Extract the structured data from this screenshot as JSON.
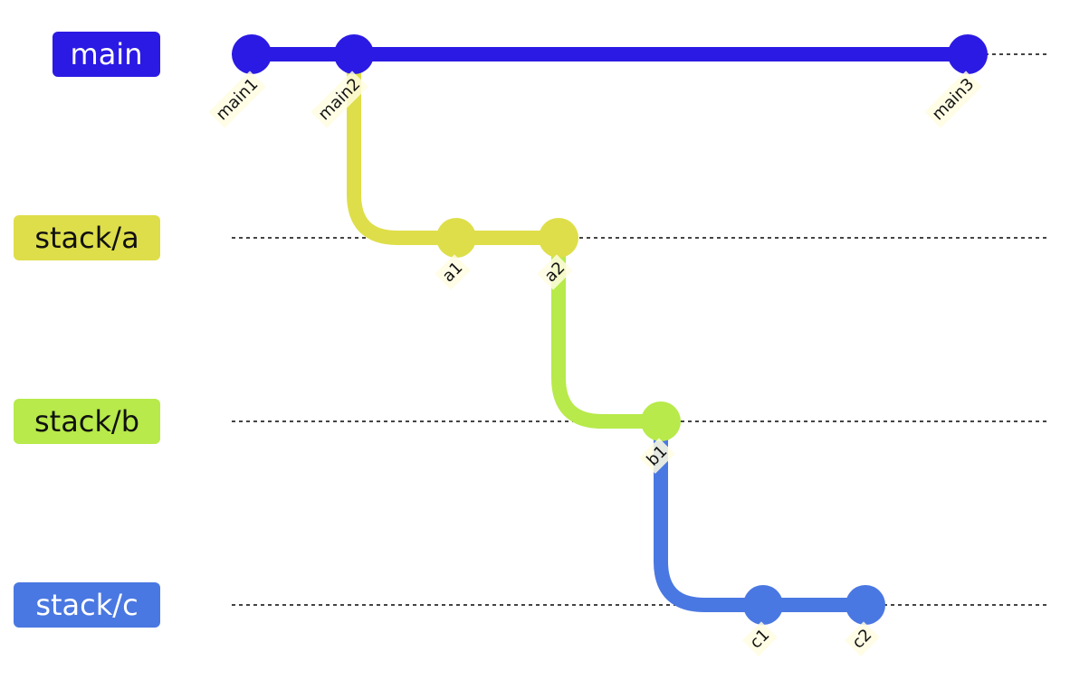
{
  "colors": {
    "main": "#2b1ae3",
    "stack_a": "#dede4a",
    "stack_b": "#b7ea4a",
    "stack_c": "#4a78e2"
  },
  "branches": [
    {
      "id": "main",
      "label": "main",
      "color": "#2b1ae3",
      "text_color": "#ffffff"
    },
    {
      "id": "stack_a",
      "label": "stack/a",
      "color": "#dede4a",
      "text_color": "#111111"
    },
    {
      "id": "stack_b",
      "label": "stack/b",
      "color": "#b7ea4a",
      "text_color": "#111111"
    },
    {
      "id": "stack_c",
      "label": "stack/c",
      "color": "#4a78e2",
      "text_color": "#ffffff"
    }
  ],
  "commits": [
    {
      "id": "main1",
      "branch": "main",
      "order": 0
    },
    {
      "id": "main2",
      "branch": "main",
      "order": 1
    },
    {
      "id": "a1",
      "branch": "stack_a",
      "order": 2
    },
    {
      "id": "a2",
      "branch": "stack_a",
      "order": 3
    },
    {
      "id": "b1",
      "branch": "stack_b",
      "order": 4
    },
    {
      "id": "c1",
      "branch": "stack_c",
      "order": 5
    },
    {
      "id": "c2",
      "branch": "stack_c",
      "order": 6
    },
    {
      "id": "main3",
      "branch": "main",
      "order": 7
    }
  ],
  "forks": [
    {
      "from": "main2",
      "to_branch": "stack_a",
      "first_commit": "a1"
    },
    {
      "from": "a2",
      "to_branch": "stack_b",
      "first_commit": "b1"
    },
    {
      "from": "b1",
      "to_branch": "stack_c",
      "first_commit": "c1"
    }
  ]
}
